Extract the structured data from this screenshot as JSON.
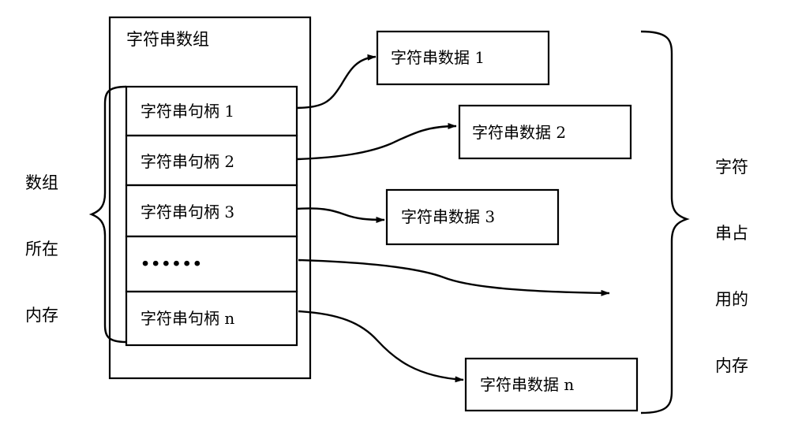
{
  "diagram": {
    "title_text": "字符串数组",
    "stroke_color": "#000000",
    "background_color": "#ffffff",
    "array_container": {
      "name": "字符串数组",
      "cells": [
        {
          "label": "字符串句柄 1"
        },
        {
          "label": "字符串句柄 2"
        },
        {
          "label": "字符串句柄 3"
        },
        {
          "label": "••••••"
        },
        {
          "label": "字符串句柄 n"
        }
      ]
    },
    "data_boxes": [
      {
        "label": "字符串数据 1"
      },
      {
        "label": "字符串数据 2"
      },
      {
        "label": "字符串数据 3"
      },
      {
        "label": "字符串数据 n"
      }
    ],
    "left_brace_label": {
      "lines": [
        "数组",
        "所在",
        "内存"
      ],
      "full_text": "数组所在内存"
    },
    "right_brace_label": {
      "lines": [
        "字符",
        "串占",
        "用的",
        "内存"
      ],
      "full_text": "字符串占用的内存"
    },
    "pointer_count": 5
  }
}
